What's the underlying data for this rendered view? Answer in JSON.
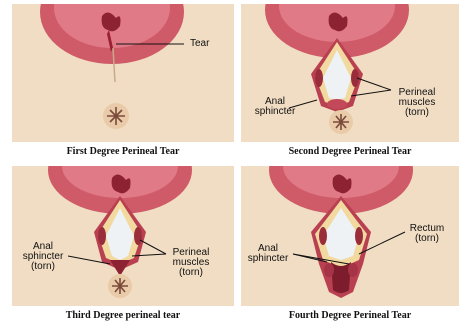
{
  "panels": [
    {
      "caption": "First Degree Perineal Tear",
      "labels": {
        "tear": "Tear"
      }
    },
    {
      "caption": "Second Degree Perineal Tear",
      "labels": {
        "anal_line1": "Anal",
        "anal_line2": "sphincter",
        "perineal_line1": "Perineal",
        "perineal_line2": "muscles",
        "perineal_line3": "(torn)"
      }
    },
    {
      "caption": "Third Degree perineal tear",
      "labels": {
        "anal_line1": "Anal",
        "anal_line2": "sphincter",
        "anal_line3": "(torn)",
        "perineal_line1": "Perineal",
        "perineal_line2": "muscles",
        "perineal_line3": "(torn)"
      }
    },
    {
      "caption": "Fourth Degree Perineal Tear",
      "labels": {
        "anal_line1": "Anal",
        "anal_line2": "sphincter",
        "rectum_line1": "Rectum",
        "rectum_line2": "(torn)"
      }
    }
  ],
  "colors": {
    "skin": "#f1ddc3",
    "tissue": "#d2566a",
    "tissue_dark": "#8d2233",
    "muscle": "#b84050",
    "background": "#ffffff"
  }
}
